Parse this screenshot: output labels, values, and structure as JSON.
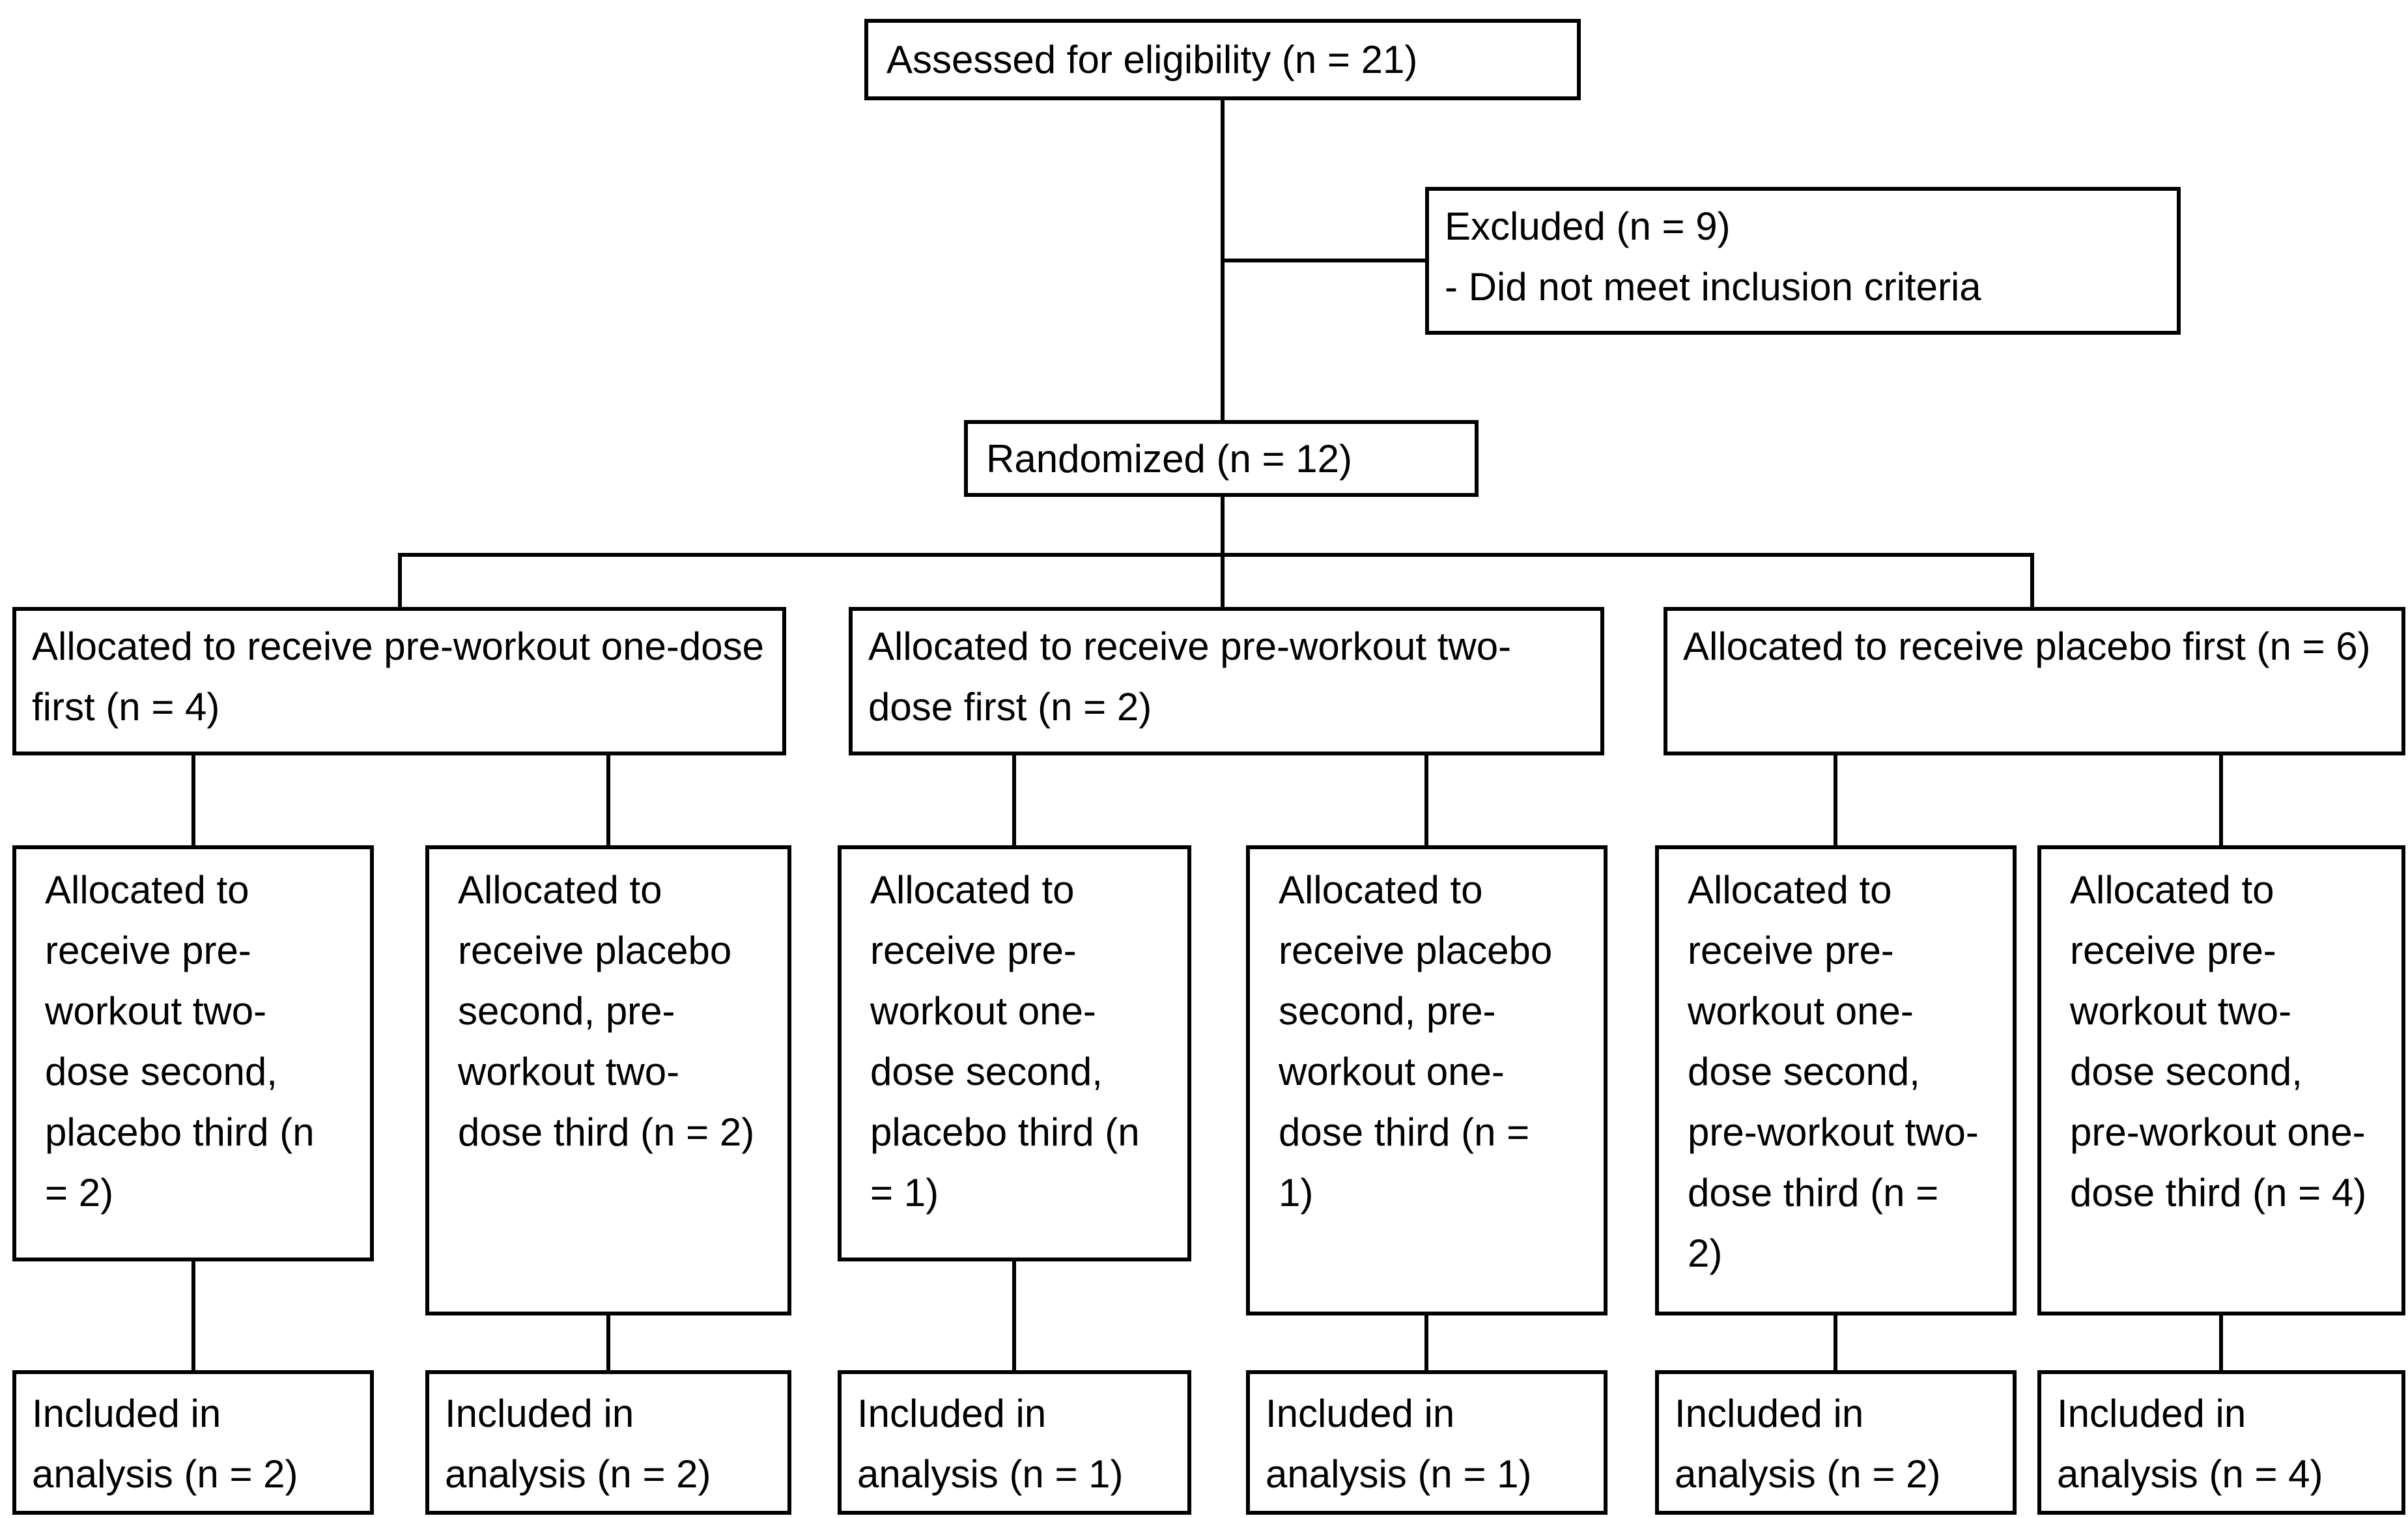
{
  "diagram": {
    "assessed": {
      "label": "Assessed for eligibility (n = 21)"
    },
    "excluded": {
      "line1": "Excluded (n = 9)",
      "line2": "- Did not meet inclusion criteria"
    },
    "randomized": {
      "label": "Randomized (n = 12)"
    },
    "arms": [
      {
        "label": "Allocated to receive pre-workout one-dose first (n = 4)"
      },
      {
        "label": "Allocated to receive pre-workout two-dose first (n = 2)"
      },
      {
        "label": "Allocated to receive placebo first (n = 6)"
      }
    ],
    "sequences": [
      {
        "label": "Allocated to receive pre-workout two-dose second, placebo third (n = 2)"
      },
      {
        "label": "Allocated to receive placebo second, pre-workout two-dose third (n = 2)"
      },
      {
        "label": "Allocated to receive pre-workout one-dose second, placebo third (n = 1)"
      },
      {
        "label": "Allocated to receive placebo second, pre-workout one-dose third (n = 1)"
      },
      {
        "label": "Allocated to receive pre-workout one-dose second, pre-workout two-dose third (n = 2)"
      },
      {
        "label": "Allocated to receive pre-workout two-dose second, pre-workout one-dose third (n = 4)"
      }
    ],
    "analysis": [
      {
        "label": "Included in analysis (n = 2)"
      },
      {
        "label": "Included in analysis (n = 2)"
      },
      {
        "label": "Included in analysis (n = 1)"
      },
      {
        "label": "Included in analysis (n = 1)"
      },
      {
        "label": "Included in analysis (n = 2)"
      },
      {
        "label": "Included in analysis (n = 4)"
      }
    ],
    "colors": {
      "box_border": "#000000",
      "box_fill": "#ffffff",
      "text": "#000000",
      "connector": "#000000"
    }
  }
}
